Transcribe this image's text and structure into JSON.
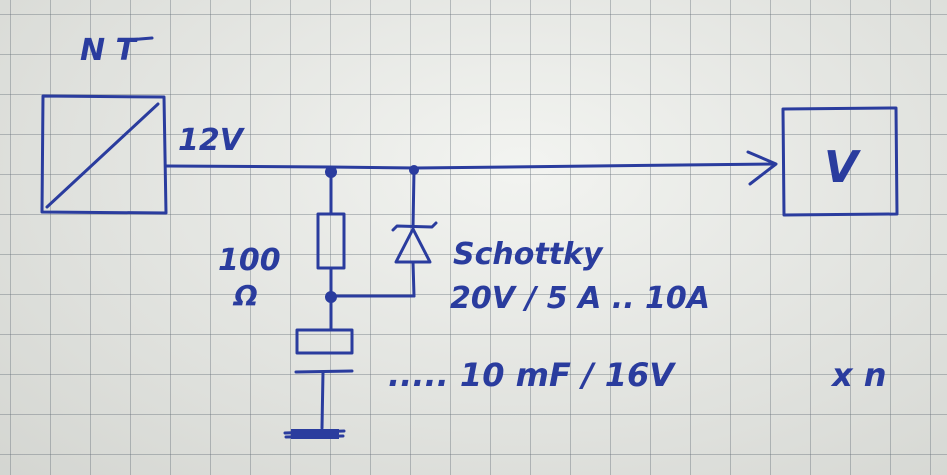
{
  "labels": {
    "power_supply": "N T",
    "supply_voltage": "12V",
    "load": "V",
    "resistor_value": "100",
    "resistor_unit": "Ω",
    "diode_name": "Schottky",
    "diode_rating": "20V / 5 A .. 10A",
    "capacitor_spec": "..... 10 mF / 16V",
    "multiplier": "x n"
  },
  "colors": {
    "ink": "#2a3c9e",
    "paper": "#eceee9",
    "grid": "#5f6973"
  }
}
